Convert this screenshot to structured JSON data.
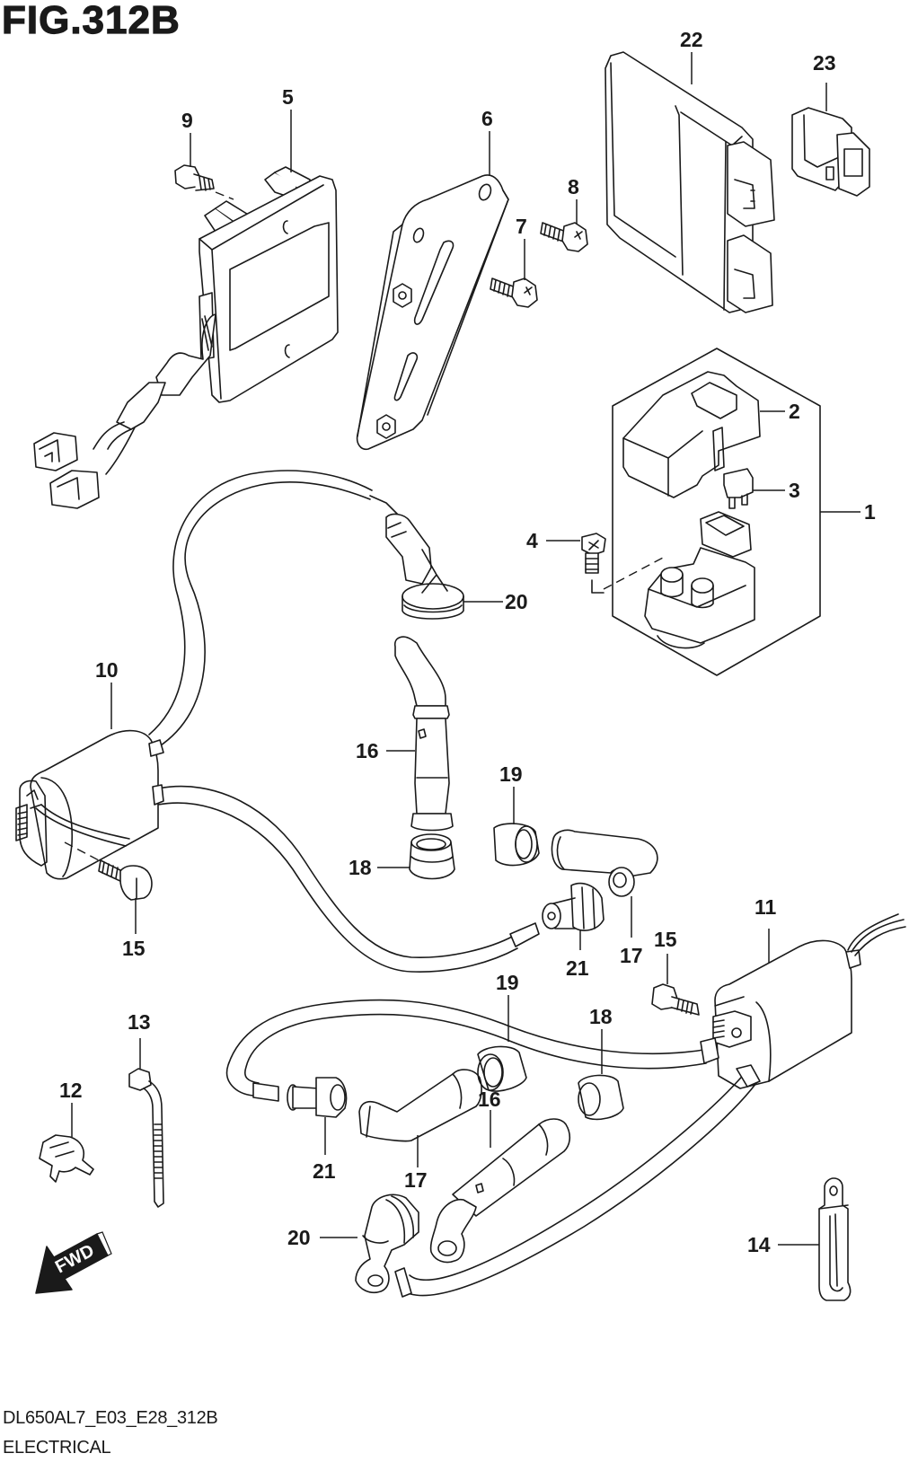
{
  "figure": {
    "title": "FIG.312B",
    "code": "DL650AL7_E03_E28_312B",
    "name": "ELECTRICAL"
  },
  "orientation": {
    "arrow_label": "FWD"
  },
  "parts": [
    {
      "ref": "1",
      "description": "starter relay assembly (kit outline)"
    },
    {
      "ref": "2",
      "description": "relay cover"
    },
    {
      "ref": "3",
      "description": "fuse"
    },
    {
      "ref": "4",
      "description": "screw"
    },
    {
      "ref": "5",
      "description": "regulator/rectifier"
    },
    {
      "ref": "6",
      "description": "bracket"
    },
    {
      "ref": "7",
      "description": "bolt"
    },
    {
      "ref": "8",
      "description": "bolt"
    },
    {
      "ref": "9",
      "description": "bolt"
    },
    {
      "ref": "10",
      "description": "ignition coil (front)"
    },
    {
      "ref": "11",
      "description": "ignition coil (rear)"
    },
    {
      "ref": "12",
      "description": "clamp"
    },
    {
      "ref": "13",
      "description": "cable tie"
    },
    {
      "ref": "14",
      "description": "clamp"
    },
    {
      "ref": "15",
      "description": "bolt"
    },
    {
      "ref": "16",
      "description": "plug cap"
    },
    {
      "ref": "17",
      "description": "plug cap"
    },
    {
      "ref": "18",
      "description": "seal"
    },
    {
      "ref": "19",
      "description": "seal"
    },
    {
      "ref": "20",
      "description": "plug cap seal"
    },
    {
      "ref": "21",
      "description": "terminal"
    },
    {
      "ref": "22",
      "description": "ECM"
    },
    {
      "ref": "23",
      "description": "connector"
    }
  ],
  "callouts": {
    "c1": "1",
    "c2": "2",
    "c3": "3",
    "c4": "4",
    "c5": "5",
    "c6": "6",
    "c7": "7",
    "c8": "8",
    "c9": "9",
    "c10": "10",
    "c11": "11",
    "c12": "12",
    "c13": "13",
    "c14": "14",
    "c15a": "15",
    "c15b": "15",
    "c16a": "16",
    "c16b": "16",
    "c17a": "17",
    "c17b": "17",
    "c18a": "18",
    "c18b": "18",
    "c19a": "19",
    "c19b": "19",
    "c20a": "20",
    "c20b": "20",
    "c21a": "21",
    "c21b": "21",
    "c22": "22",
    "c23": "23"
  }
}
